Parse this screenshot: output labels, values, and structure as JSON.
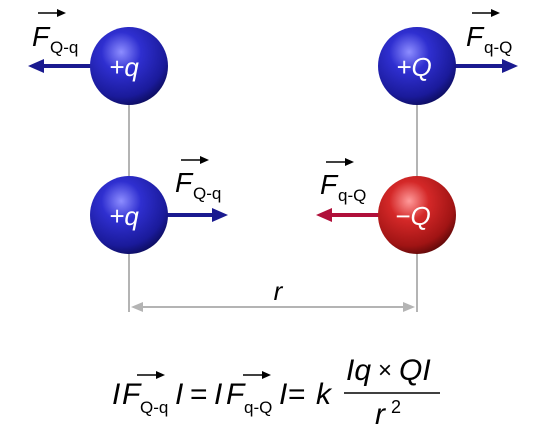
{
  "diagram": {
    "top_row": {
      "left_charge": "+q",
      "right_charge": "+Q",
      "left_force": {
        "symbol": "F",
        "subscript": "Q-q"
      },
      "right_force": {
        "symbol": "F",
        "subscript": "q-Q"
      }
    },
    "bottom_row": {
      "left_charge": "+q",
      "right_charge": "−Q",
      "left_force": {
        "symbol": "F",
        "subscript": "Q-q"
      },
      "right_force": {
        "symbol": "F",
        "subscript": "q-Q"
      }
    },
    "distance_label": "r"
  },
  "equation": {
    "abs_open": "I",
    "abs_close": "I",
    "equals": "=",
    "constant": "k",
    "numerator": {
      "left": "Iq",
      "times": "×",
      "right": "QI"
    },
    "denominator": {
      "base": "r",
      "exponent": "2"
    }
  },
  "colors": {
    "positive_sphere": "#2a2ab0",
    "negative_sphere": "#c01818",
    "attractive_arrow": "#1a1a90",
    "negative_arrow": "#b0103a",
    "guide_line": "#b4b4b4"
  }
}
